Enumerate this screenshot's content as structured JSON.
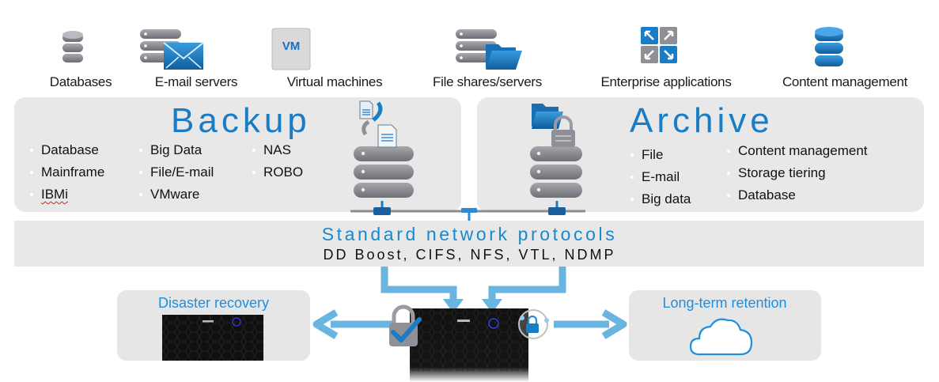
{
  "sources": [
    {
      "label": "Databases",
      "icon": "database-icon"
    },
    {
      "label": "E-mail servers",
      "icon": "email-server-icon"
    },
    {
      "label": "Virtual machines",
      "icon": "vm-icon",
      "icon_text": "VM"
    },
    {
      "label": "File shares/servers",
      "icon": "file-server-icon"
    },
    {
      "label": "Enterprise applications",
      "icon": "enterprise-apps-icon"
    },
    {
      "label": "Content management",
      "icon": "content-database-icon"
    }
  ],
  "backup": {
    "title": "Backup",
    "columns": [
      [
        "Database",
        "Mainframe",
        "IBMi"
      ],
      [
        "Big Data",
        "File/E-mail",
        "VMware"
      ],
      [
        "NAS",
        "ROBO"
      ]
    ]
  },
  "archive": {
    "title": "Archive",
    "columns": [
      [
        "File",
        "E-mail",
        "Big data"
      ],
      [
        "Content management",
        "Storage tiering",
        "Database"
      ]
    ]
  },
  "protocols": {
    "title": "Standard network protocols",
    "list": "DD Boost, CIFS, NFS, VTL, NDMP"
  },
  "targets": {
    "left": {
      "title": "Disaster recovery"
    },
    "right": {
      "title": "Long-term retention"
    }
  },
  "colors": {
    "accent_blue": "#1a7cc4",
    "arrow_blue": "#6ab4e0",
    "panel_gray": "#e8e8e8",
    "icon_gray": "#7d7f85"
  }
}
